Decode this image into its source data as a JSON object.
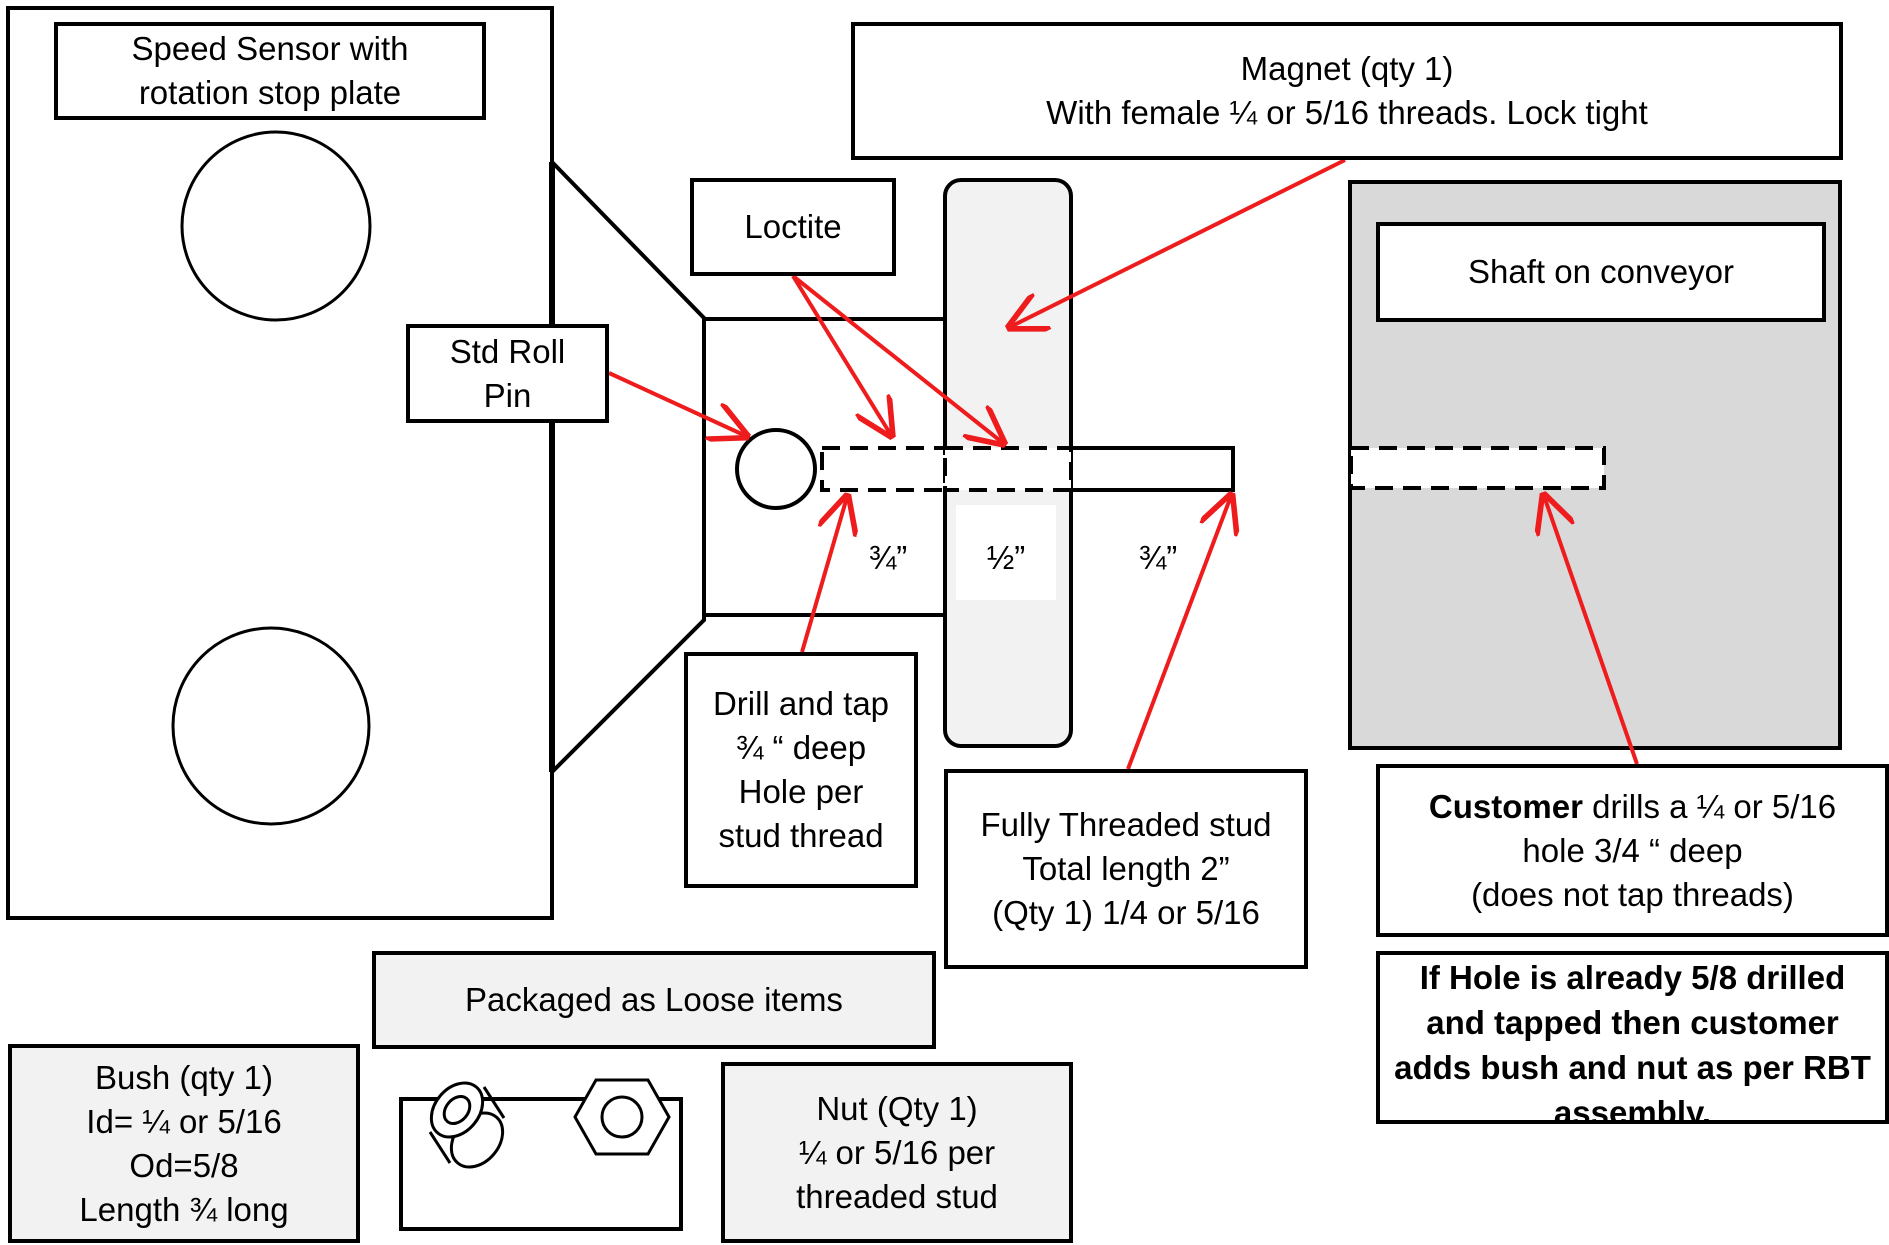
{
  "labels": {
    "speed_sensor": "Speed Sensor with\nrotation stop plate",
    "magnet_title": "Magnet (qty 1)",
    "magnet_detail": "With female ¼ or 5/16 threads. Lock tight",
    "loctite": "Loctite",
    "shaft": "Shaft on conveyor",
    "roll_pin": "Std Roll\nPin",
    "drill_tap": "Drill and tap\n¾ “ deep\nHole per\nstud thread",
    "stud": "Fully Threaded stud\nTotal length 2”\n(Qty 1) 1/4 or 5/16",
    "customer_bold": "Customer",
    "customer_rest": " drills a ¼ or 5/16",
    "customer_line2": "hole 3/4 “ deep",
    "customer_line3": "(does not tap threads)",
    "note": "If Hole is already 5/8 drilled\nand tapped then customer\nadds bush and nut as per RBT\nassembly.",
    "packaged": "Packaged as Loose items",
    "bush": "Bush (qty 1)\nId= ¼ or 5/16\nOd=5/8\nLength ¾ long",
    "nut": "Nut (Qty 1)\n¼ or 5/16 per\nthreaded stud"
  },
  "dimensions": {
    "left": "¾”",
    "middle": "½”",
    "right": "¾”"
  },
  "colors": {
    "arrow": "#ee1c1c",
    "shaft_fill": "#d9d9d9",
    "magnet_fill": "#f2f2f2"
  },
  "icons": [
    "bush-icon",
    "hex-nut-icon"
  ]
}
